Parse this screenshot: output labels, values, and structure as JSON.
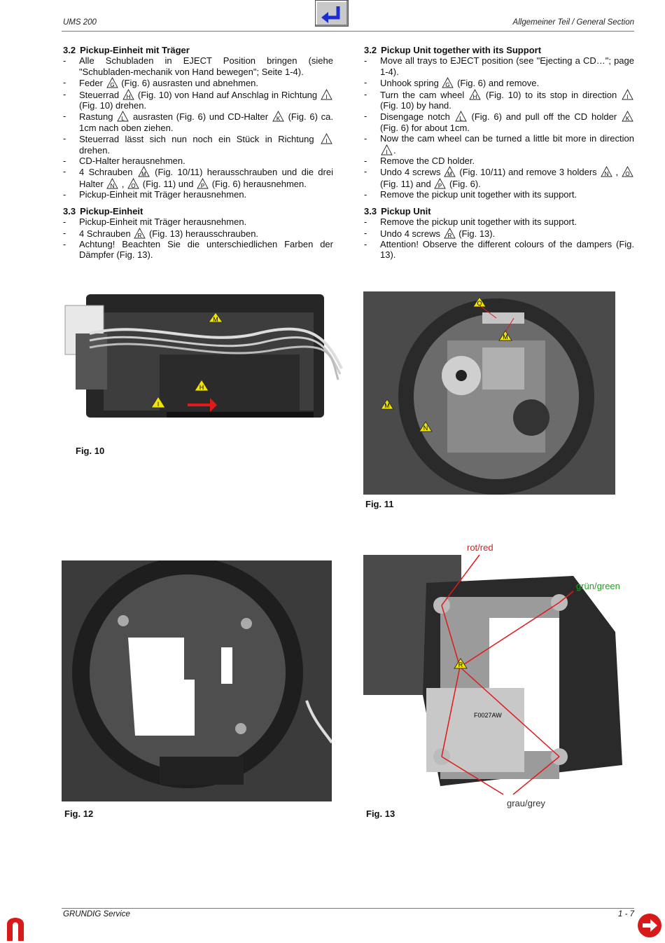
{
  "header": {
    "left": "UMS 200",
    "right": "Allgemeiner Teil / General Section"
  },
  "nav": {
    "back_icon": "back-arrow-icon",
    "next_icon": "next-arrow-icon",
    "pdf_icon": "acrobat-icon"
  },
  "de": {
    "s32": {
      "num": "3.2",
      "title": "Pickup-Einheit mit Träger",
      "items": [
        [
          "Alle Schubladen in EJECT Position bringen (siehe \"Schubladen-mechanik von Hand bewegen\"; Seite 1-4)."
        ],
        [
          "Feder ",
          {
            "m": "G"
          },
          " (Fig. 6) ausrasten und abnehmen."
        ],
        [
          "Steuerrad ",
          {
            "m": "H"
          },
          " (Fig. 10) von Hand auf Anschlag in Richtung ",
          {
            "m": "I"
          },
          " (Fig. 10) drehen."
        ],
        [
          "Rastung ",
          {
            "m": "L"
          },
          " ausrasten (Fig. 6) und CD-Halter ",
          {
            "m": "K"
          },
          " (Fig. 6) ca. 1cm nach oben ziehen."
        ],
        [
          "Steuerrad lässt sich nun noch ein Stück in Richtung ",
          {
            "m": "I"
          },
          " drehen."
        ],
        [
          "CD-Halter herausnehmen."
        ],
        [
          "4 Schrauben ",
          {
            "m": "M"
          },
          " (Fig. 10/11) herausschrauben und die drei Halter ",
          {
            "m": "N"
          },
          " , ",
          {
            "m": "O"
          },
          " (Fig. 11) und ",
          {
            "m": "P"
          },
          " (Fig. 6) herausnehmen."
        ],
        [
          "Pickup-Einheit mit Träger herausnehmen."
        ]
      ]
    },
    "s33": {
      "num": "3.3",
      "title": "Pickup-Einheit",
      "items": [
        [
          "Pickup-Einheit mit Träger herausnehmen."
        ],
        [
          "4 Schrauben ",
          {
            "m": "R"
          },
          " (Fig. 13) herausschrauben."
        ],
        [
          "Achtung! Beachten Sie die unterschiedlichen Farben der Dämpfer (Fig. 13)."
        ]
      ]
    }
  },
  "en": {
    "s32": {
      "num": "3.2",
      "title": "Pickup Unit together with its Support",
      "items": [
        [
          "Move all trays to EJECT position (see \"Ejecting a CD…\"; page 1-4)."
        ],
        [
          "Unhook spring ",
          {
            "m": "G"
          },
          " (Fig. 6) and remove."
        ],
        [
          "Turn the cam wheel ",
          {
            "m": "H"
          },
          " (Fig. 10) to its stop in direction ",
          {
            "m": "I"
          },
          " (Fig. 10) by hand."
        ],
        [
          "Disengage notch ",
          {
            "m": "L"
          },
          " (Fig. 6) and pull off the CD holder ",
          {
            "m": "K"
          },
          " (Fig. 6) for about 1cm."
        ],
        [
          "Now the cam wheel can be turned a little bit more in direction ",
          {
            "m": "I"
          },
          "."
        ],
        [
          "Remove the CD holder."
        ],
        [
          "Undo 4 screws ",
          {
            "m": "M"
          },
          " (Fig. 10/11) and remove 3 holders ",
          {
            "m": "N"
          },
          " , ",
          {
            "m": "O"
          },
          " (Fig. 11) and ",
          {
            "m": "P"
          },
          " (Fig. 6)."
        ],
        [
          "Remove the pickup unit together with its support."
        ]
      ]
    },
    "s33": {
      "num": "3.3",
      "title": "Pickup Unit",
      "items": [
        [
          "Remove the pickup unit together with its support."
        ],
        [
          "Undo 4 screws ",
          {
            "m": "R"
          },
          " (Fig. 13)."
        ],
        [
          "Attention! Observe the different colours of the dampers (Fig. 13)."
        ]
      ]
    }
  },
  "figures": {
    "fig10": {
      "caption": "Fig. 10",
      "markers": [
        "M",
        "H",
        "I"
      ]
    },
    "fig11": {
      "caption": "Fig. 11",
      "markers": [
        "O",
        "M",
        "M",
        "N"
      ]
    },
    "fig12": {
      "caption": "Fig. 12"
    },
    "fig13": {
      "caption": "Fig. 13",
      "markers": [
        "R"
      ],
      "labels": {
        "red": "rot/red",
        "green": "grün/green",
        "grey": "grau/grey"
      },
      "chip_text": "F0027AW"
    }
  },
  "colors": {
    "label_red": "#d42020",
    "label_green": "#2a9a2a",
    "marker_yellow": "#f2e600",
    "arrow_red": "#e01a1a",
    "nav_blue": "#1a2fd0"
  },
  "footer": {
    "left": "GRUNDIG Service",
    "right": "1 - 7"
  },
  "dash": "-"
}
